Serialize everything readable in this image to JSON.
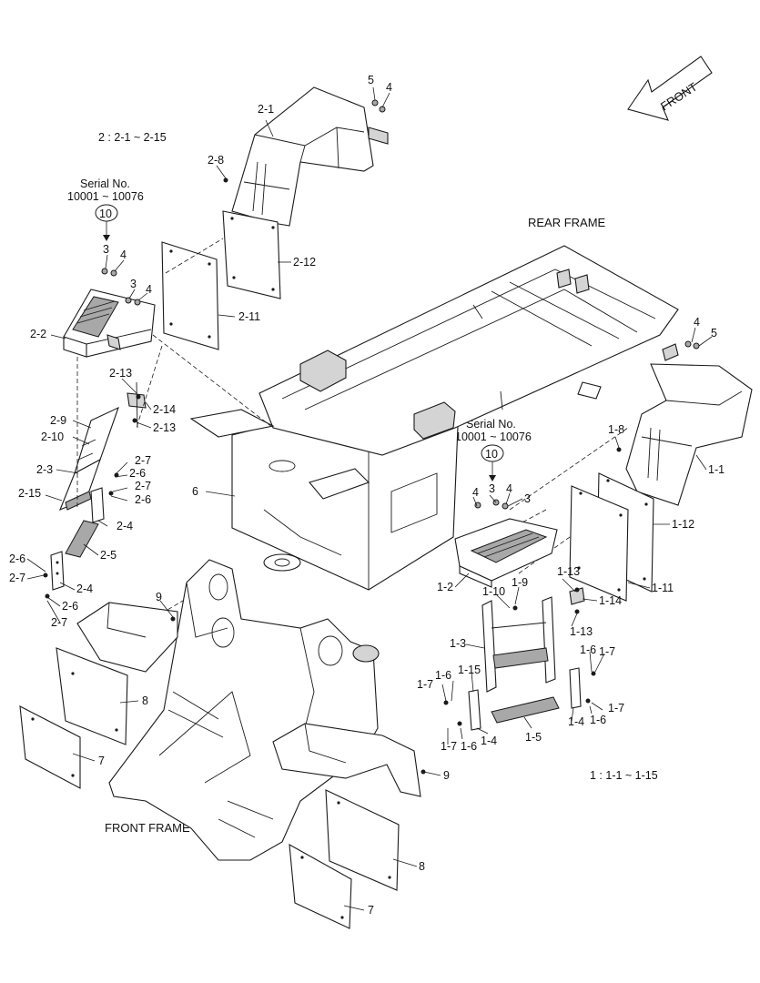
{
  "direction": {
    "label": "FRONT"
  },
  "frames": {
    "rear": "REAR FRAME",
    "front": "FRONT FRAME"
  },
  "ranges": {
    "group2": "2 : 2-1 ~ 2-15",
    "group1": "1 : 1-1 ~ 1-15"
  },
  "serial_left": {
    "line1": "Serial No.",
    "line2": "10001 ~ 10076",
    "badge": "10"
  },
  "serial_right": {
    "line1": "Serial No.",
    "line2": "10001 ~ 10076",
    "badge": "10"
  },
  "callouts": {
    "c2_1": "2-1",
    "c2_2": "2-2",
    "c2_3": "2-3",
    "c2_4a": "2-4",
    "c2_4b": "2-4",
    "c2_5": "2-5",
    "c2_6a": "2-6",
    "c2_6b": "2-6",
    "c2_6c": "2-6",
    "c2_6d": "2-6",
    "c2_7a": "2-7",
    "c2_7b": "2-7",
    "c2_7c": "2-7",
    "c2_7d": "2-7",
    "c2_8": "2-8",
    "c2_9": "2-9",
    "c2_10": "2-10",
    "c2_11": "2-11",
    "c2_12": "2-12",
    "c2_13a": "2-13",
    "c2_13b": "2-13",
    "c2_14": "2-14",
    "c2_15": "2-15",
    "c1_1": "1-1",
    "c1_2": "1-2",
    "c1_3": "1-3",
    "c1_4a": "1-4",
    "c1_4b": "1-4",
    "c1_5": "1-5",
    "c1_6a": "1-6",
    "c1_6b": "1-6",
    "c1_6c": "1-6",
    "c1_6d": "1-6",
    "c1_7a": "1-7",
    "c1_7b": "1-7",
    "c1_7c": "1-7",
    "c1_7d": "1-7",
    "c1_8": "1-8",
    "c1_9": "1-9",
    "c1_10": "1-10",
    "c1_11": "1-11",
    "c1_12": "1-12",
    "c1_13a": "1-13",
    "c1_13b": "1-13",
    "c1_14": "1-14",
    "c1_15": "1-15",
    "n3a": "3",
    "n3b": "3",
    "n3c": "3",
    "n4a": "4",
    "n4b": "4",
    "n4c": "4",
    "n4d": "4",
    "n4e": "4",
    "n5a": "5",
    "n5b": "5",
    "n6": "6",
    "n7a": "7",
    "n7b": "7",
    "n8a": "8",
    "n8b": "8",
    "n9a": "9",
    "n9b": "9"
  }
}
